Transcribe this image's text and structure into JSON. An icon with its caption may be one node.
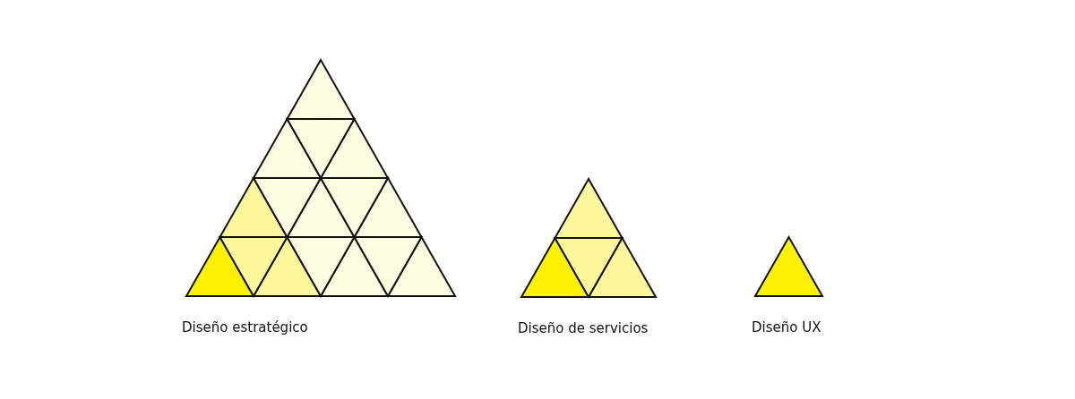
{
  "diagram": {
    "nodes": [
      {
        "text": [
          "Diseño estratégico"
        ]
      },
      {
        "text": [
          "Diseño de servicios"
        ]
      },
      {
        "text": [
          "Diseño UX"
        ]
      }
    ]
  }
}
